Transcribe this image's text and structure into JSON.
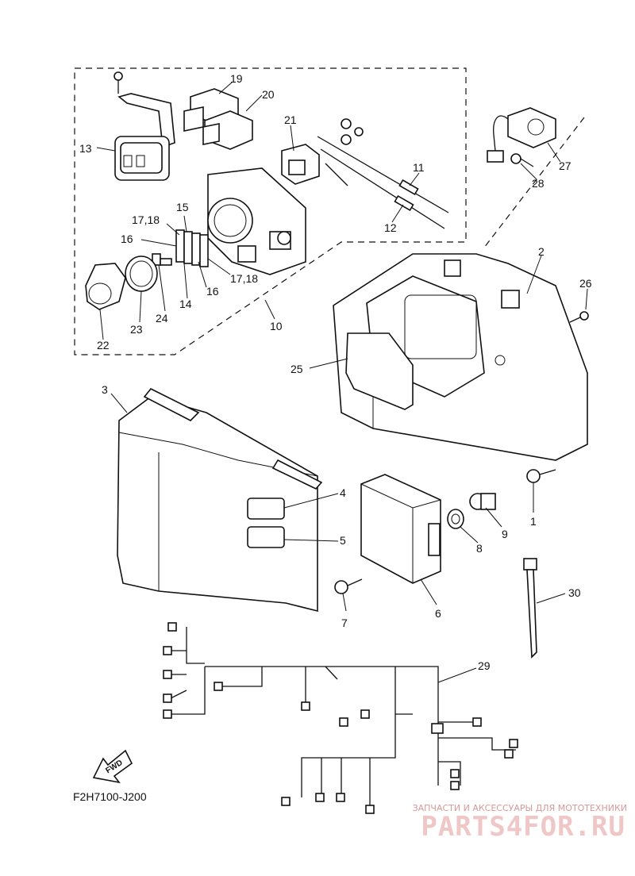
{
  "diagram": {
    "code": "F2H7100-J200",
    "fwd_label": "FWD",
    "watermark_top": "ЗАПЧАСТИ И АКСЕССУАРЫ ДЛЯ МОТОТЕХНИКИ",
    "watermark_logo": "PARTS4FOR.RU",
    "labels": {
      "l1": "1",
      "l2": "2",
      "l3": "3",
      "l4": "4",
      "l5": "5",
      "l6": "6",
      "l7": "7",
      "l8": "8",
      "l9": "9",
      "l10": "10",
      "l11": "11",
      "l12": "12",
      "l13": "13",
      "l14": "14",
      "l15": "15",
      "l16a": "16",
      "l16b": "16",
      "l1718a": "17,18",
      "l1718b": "17,18",
      "l19": "19",
      "l20": "20",
      "l21": "21",
      "l22": "22",
      "l23": "23",
      "l24": "24",
      "l25": "25",
      "l26": "26",
      "l27": "27",
      "l28": "28",
      "l29": "29",
      "l30": "30"
    }
  }
}
